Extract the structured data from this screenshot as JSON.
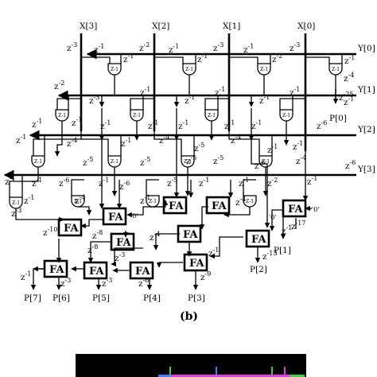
{
  "caption": "(b)",
  "inputs_x": [
    "X[3]",
    "X[2]",
    "X[1]",
    "X[0]"
  ],
  "inputs_y": [
    "Y[0]",
    "Y[1]",
    "Y[2]",
    "Y[3]"
  ],
  "outputs_p": [
    "P[0]",
    "P[1]",
    "P[2]",
    "P[3]",
    "P[4]",
    "P[5]",
    "P[6]",
    "P[7]"
  ],
  "fa_label": "FA",
  "const_zero": "'0'",
  "delay_base": "z",
  "delays": {
    "x3": "-3",
    "x2": "-2",
    "x1": "-3",
    "x0": "-3",
    "y0": "-1",
    "y1": "-1",
    "y2": "-6",
    "y3": "-6",
    "p0": "-25",
    "p1": "-17",
    "p2": "-13",
    "p3": "-9",
    "p4": "-6",
    "p5": "-3",
    "p6": "-3",
    "p7": "-1"
  },
  "colors": {
    "line": "#000000",
    "background": "#ffffff",
    "strip": "#000000",
    "strip_magenta": "#e040e0",
    "strip_green": "#40d040",
    "strip_blue": "#4080ff"
  }
}
